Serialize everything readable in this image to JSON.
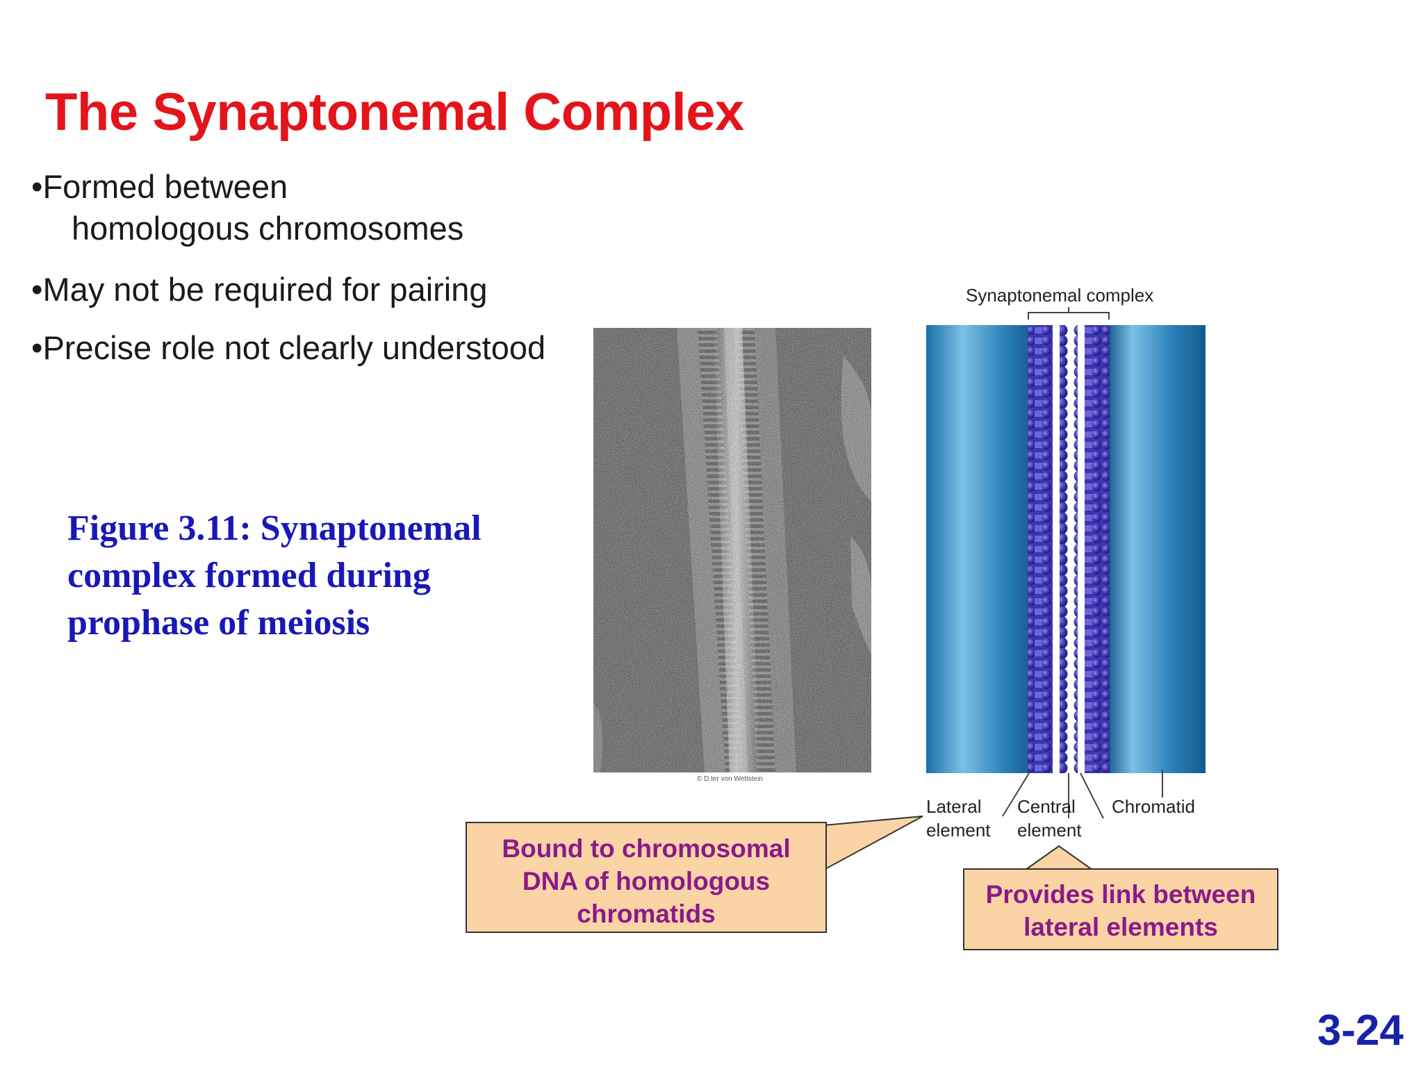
{
  "slide": {
    "title": "The Synaptonemal Complex",
    "bullets": [
      {
        "line1": "•Formed between",
        "line2": "homologous chromosomes"
      },
      {
        "line1": "•May not be required for pairing"
      },
      {
        "line1": "•Precise role not clearly understood"
      }
    ],
    "caption": {
      "line1": "Figure 3.11: Synaptonemal",
      "line2": "complex formed during",
      "line3": "prophase of meiosis"
    },
    "slide_number": "3-24"
  },
  "micrograph": {
    "credit": "© D.ter von Wettstein"
  },
  "diagram": {
    "complex_label": "Synaptonemal complex",
    "labels": {
      "lateral_line1": "Lateral",
      "lateral_line2": "element",
      "central_line1": "Central",
      "central_line2": "element",
      "chromatid": "Chromatid"
    },
    "colors": {
      "chromatid_blue": "#2a7ab0",
      "bead_purple": "#3a32a8"
    }
  },
  "callouts": {
    "lateral": {
      "line1": "Bound to chromosomal",
      "line2": "DNA of homologous",
      "line3": "chromatids"
    },
    "central": {
      "line1": "Provides link between",
      "line2": "lateral elements"
    }
  }
}
